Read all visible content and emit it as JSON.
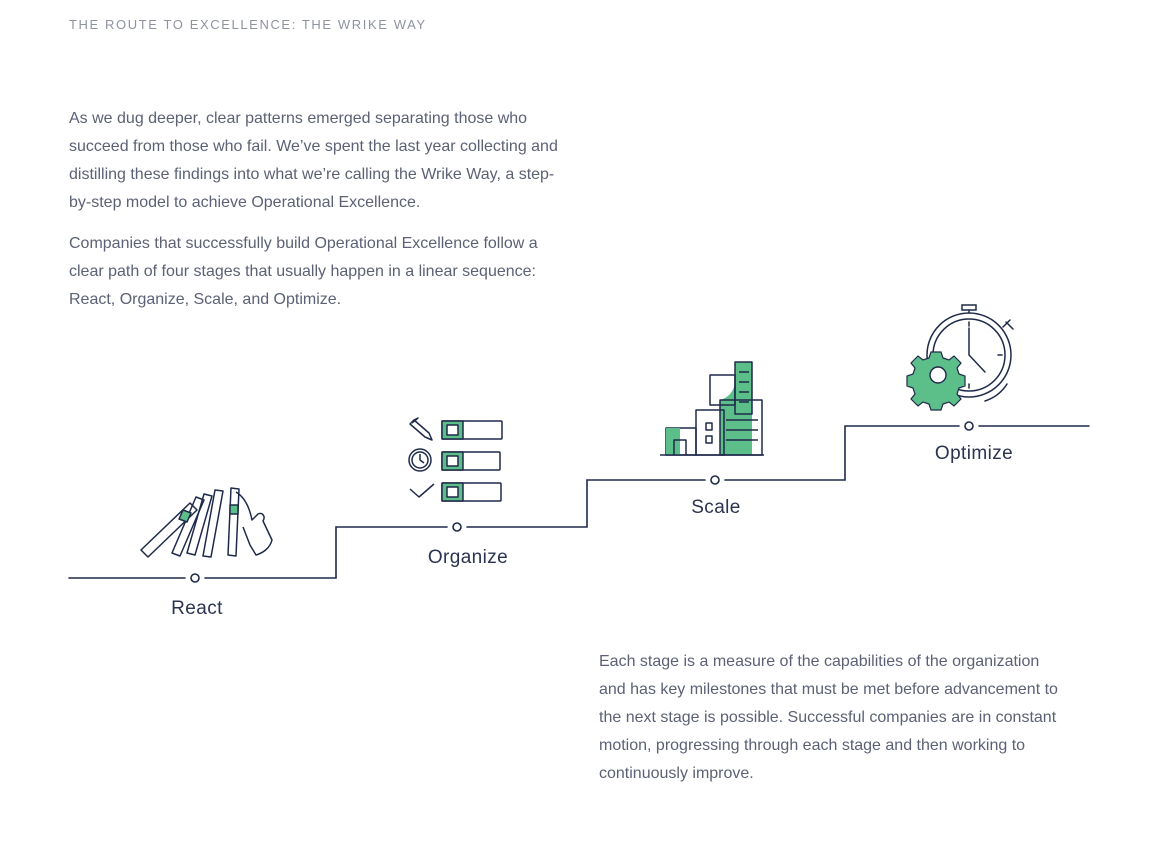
{
  "header": {
    "title": "THE ROUTE TO EXCELLENCE: THE WRIKE WAY"
  },
  "intro": {
    "paragraph1": "As we dug deeper, clear patterns emerged separating those who succeed from those who fail. We’ve spent the last year collecting and distilling these findings into what we’re calling the Wrike Way, a step-by-step model to achieve Operational Excellence.",
    "paragraph2": "Companies that successfully build Operational Excellence follow a clear path of four stages that usually happen in a linear sequence: React, Organize, Scale, and Optimize."
  },
  "stages": [
    {
      "label": "React",
      "icon": "falling-dominoes-icon"
    },
    {
      "label": "Organize",
      "icon": "checklist-icon"
    },
    {
      "label": "Scale",
      "icon": "buildings-icon"
    },
    {
      "label": "Optimize",
      "icon": "stopwatch-gear-icon"
    }
  ],
  "outro": {
    "paragraph": "Each stage is a measure of the capabilities of the organization and has key milestones that must be met before advancement to the next stage is possible. Successful companies are in constant motion, progressing through each stage and then working to continuously improve."
  },
  "colors": {
    "line": "#1f2a4a",
    "accent": "#5cbf8a",
    "text": "#5c6175"
  }
}
